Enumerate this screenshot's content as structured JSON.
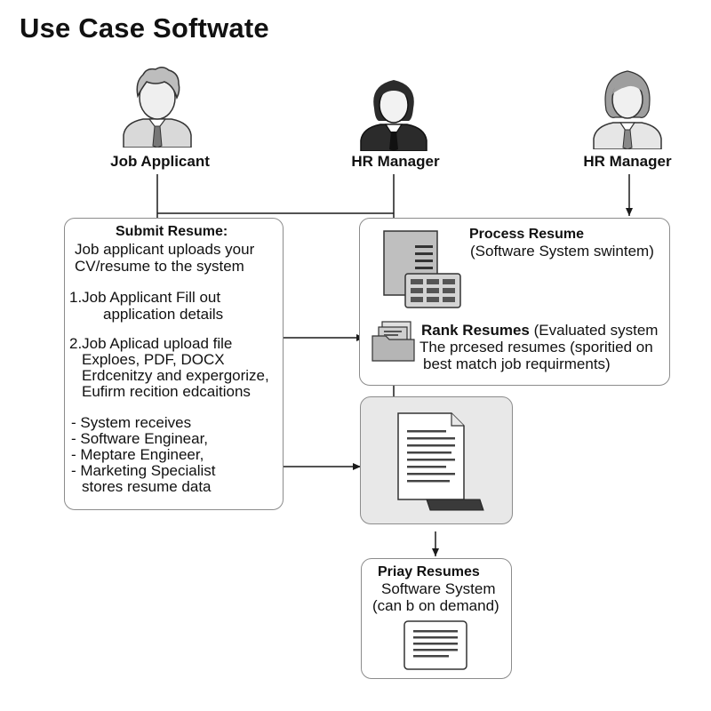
{
  "title": "Use Case Softwate",
  "actors": [
    {
      "label": "Job Applicant",
      "icon": "male-user-curly-hair-icon"
    },
    {
      "label": "HR Manager",
      "icon": "female-user-dark-hair-icon"
    },
    {
      "label": "HR Manager",
      "icon": "female-user-grey-hair-icon"
    }
  ],
  "submit_box": {
    "heading": "Submit Resume:",
    "intro": [
      "Job applicant uploads your",
      "CV/resume to the system"
    ],
    "step1": [
      "1.Job Applicant Fill out",
      "application details"
    ],
    "step2": [
      "2.Job Aplicad upload file",
      "Exploes, PDF, DOCX",
      "Erdcenitzy and expergorize,",
      "Eufirm recition edcaitions"
    ],
    "bullets": [
      "- System receives",
      "- Software Enginear,",
      "- Meptare Engineer,",
      "- Marketing Specialist",
      "stores resume data"
    ]
  },
  "process_box": {
    "process_heading": "Process Resume",
    "process_sub": "(Software System swintem)",
    "rank_heading": "Rank Resumes",
    "rank_suffix": " (Evaluated system",
    "rank_lines": [
      "The prcesed resumes (sporitied on",
      "best match job requirments)"
    ]
  },
  "primary_box": {
    "heading": "Priay Resumes",
    "lines": [
      "Software System",
      "(can b on demand)"
    ]
  },
  "colors": {
    "border": "#8c8c8c",
    "panel_grey": "#e8e8e8",
    "line": "#1a1a1a"
  }
}
